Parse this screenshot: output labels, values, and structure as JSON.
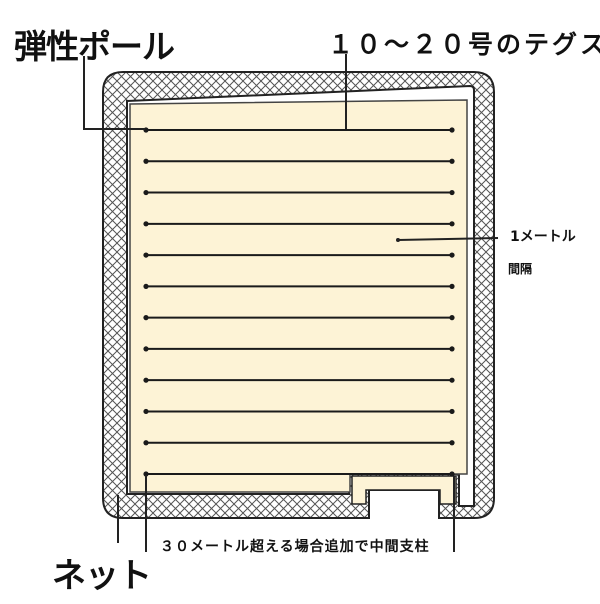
{
  "labels": {
    "pole": "弾性ポール",
    "line": "１０～２０号のテグス",
    "spacing_line1": "1メートル",
    "spacing_line2": "間隔",
    "support": "３０メートル超える場合追加で中間支柱",
    "net": "ネット"
  },
  "diagram": {
    "line_count": 12,
    "colors": {
      "fill": "#fdf3d6",
      "frame_fill": "#ffffff",
      "hatch": "#555555",
      "outline": "#222222",
      "line": "#1a1a1a"
    }
  }
}
